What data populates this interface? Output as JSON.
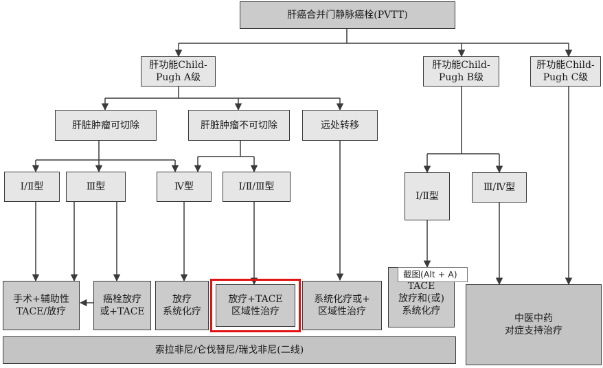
{
  "nodes": {
    "root": "肝癌合并门静脉癌栓(PVTT)",
    "child_a": "肝功能Child-\nPugh A级",
    "child_b": "肝功能Child-\nPugh B级",
    "child_c": "肝功能Child-\nPugh C级",
    "resectable": "肝脏肿瘤可切除",
    "unresectable": "肝脏肿瘤不可切除",
    "metastasis": "远处转移",
    "type_i_ii_a": "Ⅰ/Ⅱ型",
    "type_iii": "Ⅲ型",
    "type_iv": "Ⅳ型",
    "type_i_ii_iii": "Ⅰ/Ⅱ/Ⅲ型",
    "type_i_ii_b": "Ⅰ/Ⅱ型",
    "type_iii_iv": "Ⅲ/Ⅳ型",
    "surgery": "手术+辅助性\nTACE/放疗",
    "thrombus_rt": "癌栓放疗\n或+TACE",
    "rt_chemo": "放疗\n系统化疗",
    "rt_tace": "放疗+TACE\n区域性治疗",
    "sys_chemo": "系统化疗或+\n区域性治疗",
    "tace_b": "TACE\n放疗和(或)\n系统化疗",
    "tcm": "中医中药\n对症支持治疗",
    "second_line": "索拉非尼/仑伐替尼/瑞戈非尼(二线)"
  },
  "tooltip": "截图(Alt + A)",
  "colors": {
    "line": "#3a3a3a",
    "light_fill": "#e6e6e6",
    "dark_fill": "#cbcbcb",
    "highlight": "#e31212"
  }
}
